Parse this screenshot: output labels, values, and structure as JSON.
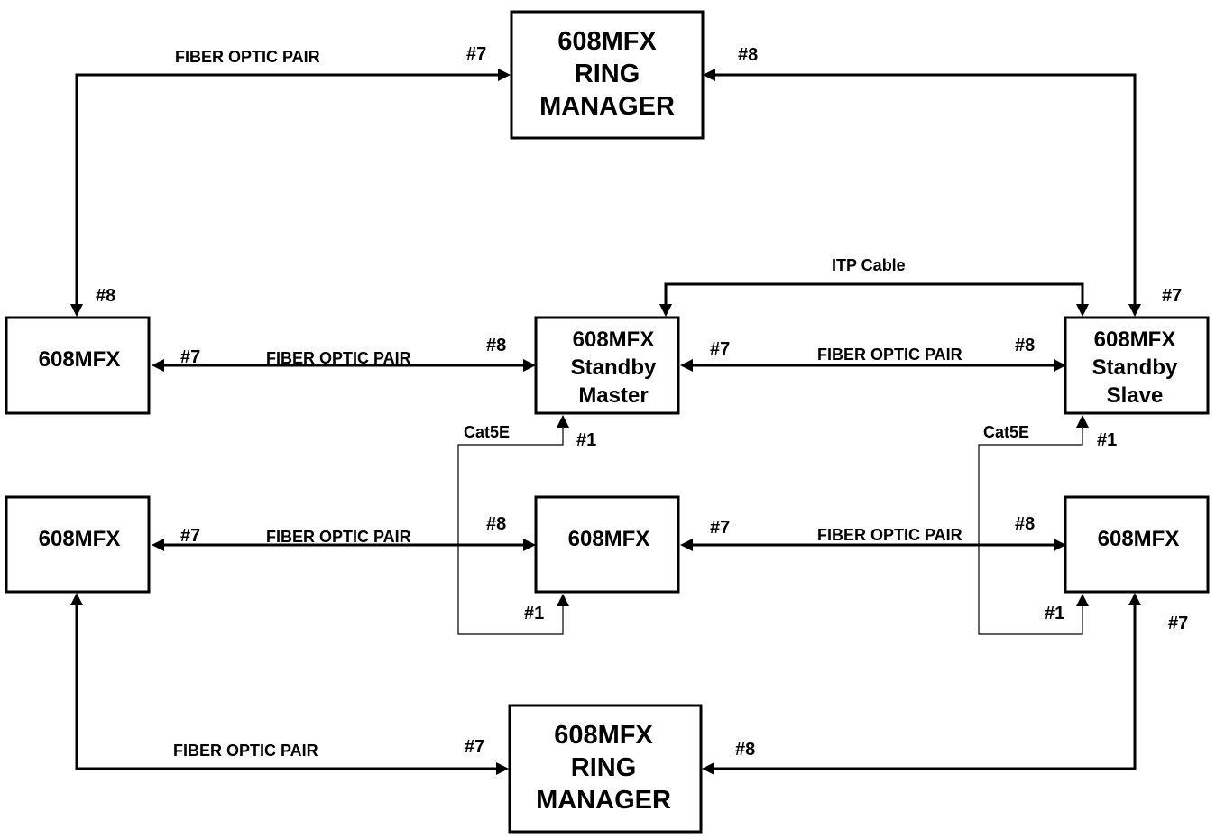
{
  "nodes": {
    "ring_manager_top": {
      "lines": [
        "608MFX",
        "RING",
        "MANAGER"
      ]
    },
    "ring_manager_bottom": {
      "lines": [
        "608MFX",
        "RING",
        "MANAGER"
      ]
    },
    "left_upper": {
      "lines": [
        "608MFX"
      ]
    },
    "left_lower": {
      "lines": [
        "608MFX"
      ]
    },
    "standby_master": {
      "lines": [
        "608MFX",
        "Standby",
        "Master"
      ]
    },
    "standby_slave": {
      "lines": [
        "608MFX",
        "Standby",
        "Slave"
      ]
    },
    "center_lower": {
      "lines": [
        "608MFX"
      ]
    },
    "right_lower": {
      "lines": [
        "608MFX"
      ]
    }
  },
  "labels": {
    "fiber_optic_pair": "FIBER OPTIC PAIR",
    "itp_cable": "ITP Cable",
    "cat5e": "Cat5E"
  },
  "ports": {
    "p1": "#1",
    "p7": "#7",
    "p8": "#8"
  }
}
